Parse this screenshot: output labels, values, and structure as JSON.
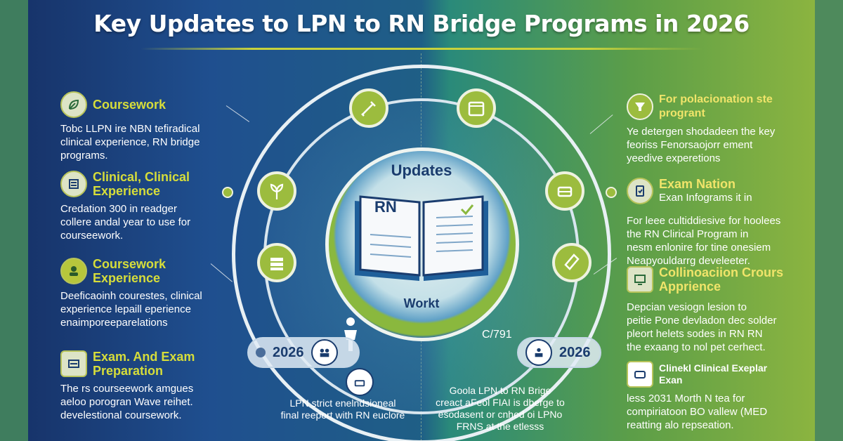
{
  "title": "Key Updates to LPN to RN Bridge Programs in 2026",
  "center": {
    "top_label": "Updates",
    "book_label": "RN",
    "bottom_label": "Workt"
  },
  "left_items": [
    {
      "heading": "Coursework",
      "body": "Tobc LLPN ire NBN tefiradical\nclinical experience, RN bridge\nprograms.",
      "icon": "leaf-icon"
    },
    {
      "heading": "Clinical, Clinical\nExperience",
      "body": "Credation 300 in readger\ncollere andal year to use for\ncourseework.",
      "icon": "checklist-icon"
    },
    {
      "heading": "Coursework\nExperience",
      "body": "Deeficaoinh courestes, clinical\nexperience lepaill eperience\nenaimporeeparelations",
      "icon": "people-icon"
    },
    {
      "heading": "Exam. And Exam\nPreparation",
      "body": "The rs courseework amgues\naeloo porogran Wave reihet.\ndevelestional coursework.",
      "icon": "document-icon"
    }
  ],
  "right_items": [
    {
      "heading": "For polacionation ste\nprogrant",
      "body": "Ye detergen shodadeen the key\nfeoriss Fenorsaojorr ement\nyeedive experetions",
      "icon": "funnel-icon"
    },
    {
      "heading": "Exam Nation",
      "subheading": "Exan Infograms it in",
      "body": "For leee cultiddiesive for hoolees\nthe RN Clirical Program in\nnesm enlonire for tine onesiem\nNeapyouldarrg develeeter.",
      "icon": "clipboard-icon"
    },
    {
      "heading": "Collinoaciion Crours\nApprience",
      "body": "Depcian vesiogn lesion to\npeitie Pone devladon dec solder\npleort helets sodes in RN RN\nthe exaang to nol pet cerhect.",
      "icon": "monitor-icon"
    },
    {
      "heading": "Clinekl Clinical Exeplar\nExan",
      "body": "less 2031 Morth N tea for\ncompiriatoon BO vallew (MED\nreatting alo repseation.",
      "icon": "box-icon"
    }
  ],
  "bottom": {
    "left_year": "2026",
    "right_year": "2026",
    "mid_year": "C/791",
    "left_caption": "LPN strict enelndsioneal\nfinal reeport with RN euclore",
    "right_caption": "Goola LPN to RN Brige\ncreact aFeol FIAI is dberge to\nesodasent or cnhed oi LPNo\nFRNS at the etlesss"
  },
  "colors": {
    "accent_green": "#9cbc3e",
    "heading_yellow": "#d6dd3a",
    "navy": "#1a3c6e"
  }
}
